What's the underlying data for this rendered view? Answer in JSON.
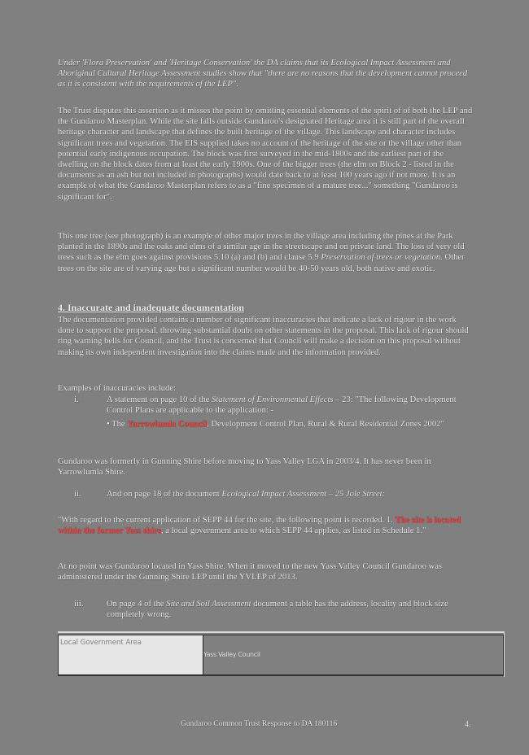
{
  "document": {
    "para1": "Under 'Flora Preservation' and 'Heritage Conservation' the DA claims that its Ecological Impact Assessment and Aboriginal Cultural Heritage Assessment studies show that \"there are no reasons that the development cannot proceed as it is consistent with the requirements of the LEP\".",
    "para2": "The Trust disputes this assertion as it misses the point by omitting essential elements of the spirit of of both the LEP and the Gundaroo Masterplan. While the site falls outside Gundaroo's designated Heritage area it is still part of the overall heritage character and landscape that defines the built heritage of the village. This landscape and character includes significant trees and vegetation. The EIS supplied takes no account of the heritage of the site or the village other than potential early indigenous occupation. The block was first surveyed in the mid-1800s and the earliest part of the dwelling on the block dates from at least the early 1900s. One of the bigger trees (the elm on Block 2 - listed in the documents as an ash but not included in photographs) would date back to at least 100 years ago if not more. It is an example of what the Gundaroo Masterplan refers to as a \"fine specimen of a mature tree...\" something \"Gundaroo is significant for\".",
    "para3_a": "This one tree (see photograph) is an example of other major trees in the village area including the pines at the Park planted in the 1890s and the oaks and elms of a similar age in the streetscape and on private land. The loss of very old trees such as the elm goes against provisions 5.10 (a) and (b) and clause 5.9 ",
    "para3_italic": "Preservation of trees or vegetation.",
    "para3_b": " Other trees on the site are of varying age but a significant number would be 40-50 years old, both native and exotic.",
    "heading": "4. Inaccurate and inadequate documentation",
    "para4": "The documentation provided contains a number of significant inaccuracies that indicate a lack of rigour in the work done to support the proposal, throwing substantial doubt on other statements in the proposal. This lack of rigour should ring warning bells for Council, and the Trust is concerned that Council will make a decision on this proposal without making its own independent investigation into the claims made and the information provided.",
    "examples_intro": "Examples of inaccuracies include:",
    "items": [
      {
        "num": "i.",
        "text_a": "A statement on page 10 of the ",
        "text_italic": "Statement of Environmental Effects",
        "text_b": " – 23: \"The following Development Control Plans are applicable to the application: -",
        "bullet_pre": "• The ",
        "bullet_red": "Yarrowlumla Council",
        "bullet_post": ", Development Control Plan, Rural & Rural Residential Zones 2002\""
      },
      {
        "num": "ii.",
        "text_a": "And on page 18 of the document ",
        "text_italic": "Ecological Impact Assessment – 25 Jole Street:"
      },
      {
        "num": "iii.",
        "text_a": "On page 4 of the ",
        "text_italic": "Site and Soil Assessment",
        "text_b": " document a table has the address, locality and block size completely wrong."
      }
    ],
    "para5": "Gundaroo was formerly in Gunning Shire before moving to Yass Valley LGA in 2003/4. It has never been in Yarrowlumla Shire.",
    "quote_a": "\"With regard to the current application of SEPP 44 for the site, the following point is recorded. 1.",
    "quote_red": "The site is located within the former Yass shire",
    "quote_b": ", a local government area to which SEPP 44 applies, as listed in Schedule 1.\"",
    "para6": "At no point was Gundaroo located in Yass Shire. When it moved to the new Yass Valley Council Gundaroo was administered under the Gunning Shire LEP until the YVLEP of 2013.",
    "table": {
      "label": "Local Government Area",
      "value": "Yass Valley Council"
    },
    "footer": {
      "text": "Gundaroo Common Trust Response to DA 180116",
      "page": "4."
    }
  },
  "colors": {
    "background": "#808080",
    "text": "#f0f0f0",
    "highlight": "#ff3b3b",
    "table_label_bg": "#e6e6e6"
  }
}
